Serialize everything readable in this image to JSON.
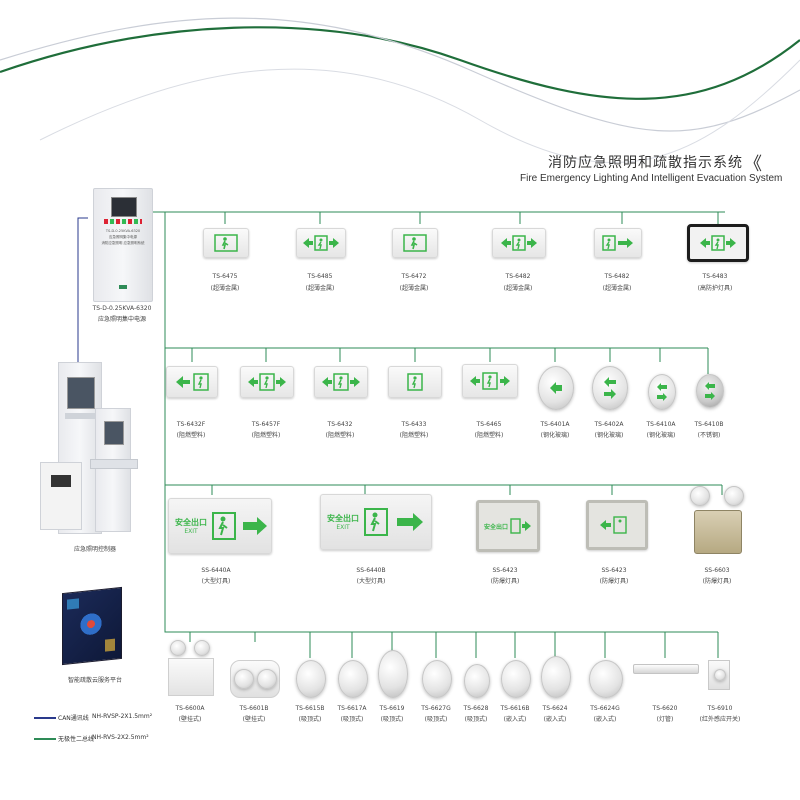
{
  "title": {
    "cn": "消防应急照明和疏散指示系统",
    "en": "Fire Emergency Lighting And Intelligent Evacuation System",
    "chevron": "《"
  },
  "controller": {
    "panel_lines": [
      "TS-D-0.25KVA-6320",
      "应急照明集中电源",
      "消防应急照明 应急照明系统"
    ],
    "model": "TS-D-0.25KVA-6320",
    "name": "应急照明集中电源"
  },
  "control_station": {
    "name": "应急照明控制器"
  },
  "cloud_platform": {
    "name": "智能疏散云服务平台"
  },
  "legend": [
    {
      "name": "CAN通讯线",
      "spec": "NH-RVSP-2X1.5mm²",
      "color": "#2a3a8c"
    },
    {
      "name": "无极性二总线",
      "spec": "NH-RVS-2X2.5mm²",
      "color": "#2e8b57"
    }
  ],
  "row1": [
    {
      "model": "TS-6475",
      "desc": "(超薄金属)"
    },
    {
      "model": "TS-6485",
      "desc": "(超薄金属)"
    },
    {
      "model": "TS-6472",
      "desc": "(超薄金属)"
    },
    {
      "model": "TS-6482",
      "desc": "(超薄金属)"
    },
    {
      "model": "TS-6482",
      "desc": "(超薄金属)"
    },
    {
      "model": "TS-6483",
      "desc": "(高防护灯具)"
    }
  ],
  "row2": [
    {
      "model": "TS-6432F",
      "desc": "(阻燃塑料)"
    },
    {
      "model": "TS-6457F",
      "desc": "(阻燃塑料)"
    },
    {
      "model": "TS-6432",
      "desc": "(阻燃塑料)"
    },
    {
      "model": "TS-6433",
      "desc": "(阻燃塑料)"
    },
    {
      "model": "TS-6465",
      "desc": "(阻燃塑料)"
    },
    {
      "model": "TS-6401A",
      "desc": "(钢化玻璃)"
    },
    {
      "model": "TS-6402A",
      "desc": "(钢化玻璃)"
    },
    {
      "model": "TS-6410A",
      "desc": "(钢化玻璃)"
    },
    {
      "model": "TS-6410B",
      "desc": "(不锈钢)"
    }
  ],
  "row3": [
    {
      "model": "SS-6440A",
      "desc": "(大型灯具)",
      "sign_cn": "安全出口",
      "sign_en": "EXIT"
    },
    {
      "model": "SS-6440B",
      "desc": "(大型灯具)",
      "sign_cn": "安全出口",
      "sign_en": "EXIT"
    },
    {
      "model": "SS-6423",
      "desc": "(防爆灯具)",
      "sign_cn": "安全出口",
      "sign_en": ""
    },
    {
      "model": "SS-6423",
      "desc": "(防爆灯具)",
      "sign_cn": "",
      "sign_en": ""
    },
    {
      "model": "SS-6603",
      "desc": "(防爆灯具)",
      "sign_cn": "",
      "sign_en": ""
    }
  ],
  "row4": [
    {
      "model": "TS-6600A",
      "desc": "(壁挂式)"
    },
    {
      "model": "TS-6601B",
      "desc": "(壁挂式)"
    },
    {
      "model": "TS-6615B",
      "desc": "(吸顶式)"
    },
    {
      "model": "TS-6617A",
      "desc": "(吸顶式)"
    },
    {
      "model": "TS-6619",
      "desc": "(吸顶式)"
    },
    {
      "model": "TS-6627G",
      "desc": "(吸顶式)"
    },
    {
      "model": "TS-6628",
      "desc": "(吸顶式)"
    },
    {
      "model": "TS-6616B",
      "desc": "(嵌入式)"
    },
    {
      "model": "TS-6624",
      "desc": "(嵌入式)"
    },
    {
      "model": "TS-6624G",
      "desc": "(嵌入式)"
    },
    {
      "model": "TS-6620",
      "desc": "(灯管)"
    },
    {
      "model": "TS-6910",
      "desc": "(红外感应开关)"
    }
  ],
  "colors": {
    "accent": "#2e8b57",
    "sign_green": "#3bb54a",
    "wave": "#1f6e3a"
  }
}
